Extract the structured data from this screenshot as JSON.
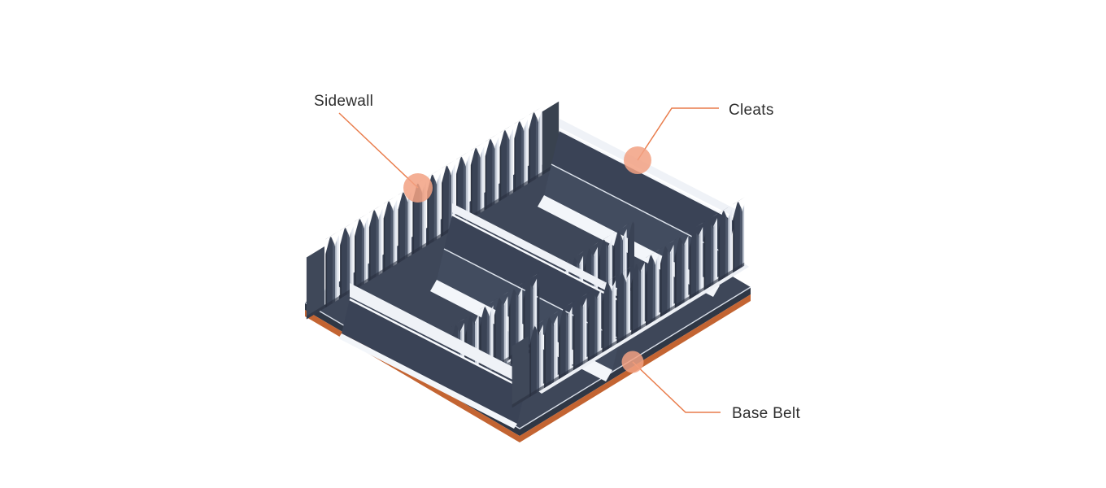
{
  "diagram": {
    "title": "Corrugated sidewall belt labeled diagram",
    "labels": {
      "sidewall": {
        "text": "Sidewall"
      },
      "cleats": {
        "text": "Cleats"
      },
      "base_belt": {
        "text": "Base Belt"
      }
    },
    "colors": {
      "leader_line": "#E97C4B",
      "marker_fill": "#F2A183",
      "label_text": "#2E2E2E",
      "belt_body_navy": "#3A4355",
      "belt_base_top": "#3E4759",
      "belt_base_side": "#2F3745",
      "belt_base_edge_orange": "#C36432",
      "pleat_gap_highlight": "#E7EBF2",
      "floor_highlight": "#EFF2F7",
      "cleat_face_upper": "#3A4356",
      "cleat_face_lower": "#424C5F",
      "background": "#FFFFFF"
    }
  }
}
